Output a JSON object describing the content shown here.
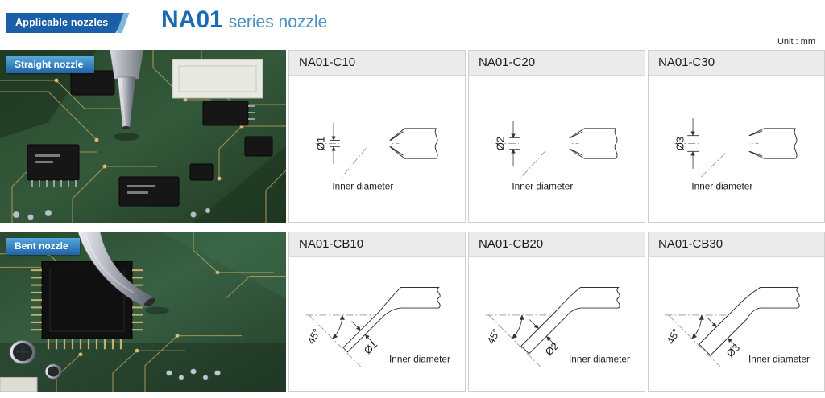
{
  "header": {
    "tag_label": "Applicable nozzles",
    "series_name": "NA01",
    "series_suffix": "series nozzle",
    "unit_label": "Unit : mm"
  },
  "straight_row": {
    "label": "Straight nozzle",
    "cards": [
      {
        "model": "NA01-C10",
        "diameter_label": "Ø1",
        "caption": "Inner diameter"
      },
      {
        "model": "NA01-C20",
        "diameter_label": "Ø2",
        "caption": "Inner diameter"
      },
      {
        "model": "NA01-C30",
        "diameter_label": "Ø3",
        "caption": "Inner diameter"
      }
    ]
  },
  "bent_row": {
    "label": "Bent nozzle",
    "cards": [
      {
        "model": "NA01-CB10",
        "diameter_label": "Ø1",
        "angle_label": "45°",
        "caption": "Inner diameter"
      },
      {
        "model": "NA01-CB20",
        "diameter_label": "Ø2",
        "angle_label": "45°",
        "caption": "Inner diameter"
      },
      {
        "model": "NA01-CB30",
        "diameter_label": "Ø3",
        "angle_label": "45°",
        "caption": "Inner diameter"
      }
    ]
  },
  "colors": {
    "brand_blue": "#1a6bb3",
    "series_light_blue": "#4a90c4",
    "tag_bg": "#1a5fa8",
    "tag_accent": "#7fb5dc",
    "row_label_top": "#55a8dc",
    "row_label_bottom": "#1e63a8",
    "card_header_bg": "#ebebec"
  }
}
